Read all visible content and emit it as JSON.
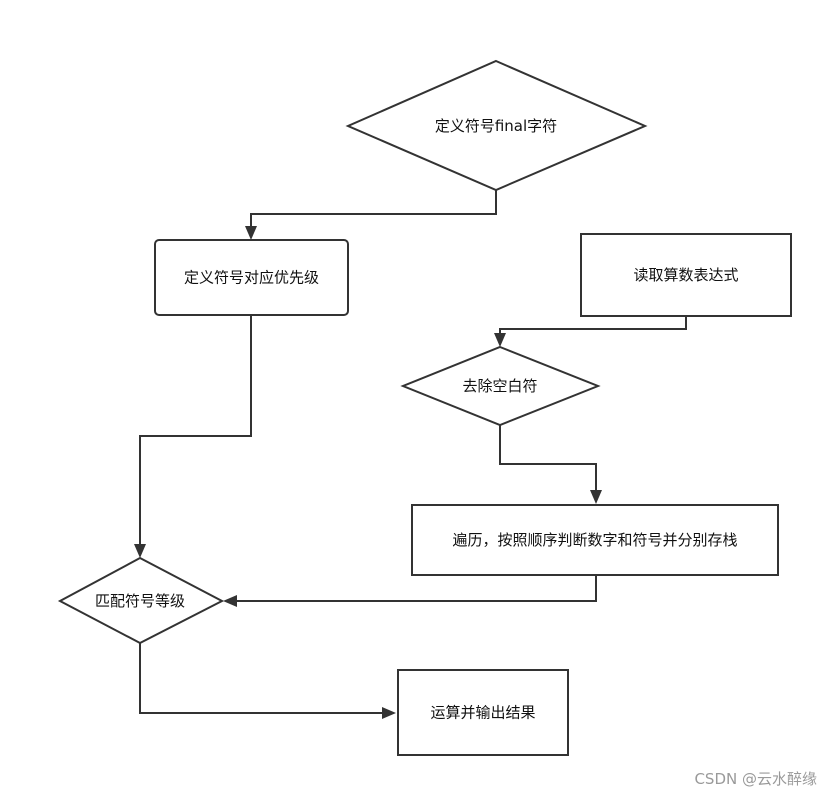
{
  "nodes": {
    "define_final": {
      "label": "定义符号final字符"
    },
    "define_priority": {
      "label": "定义符号对应优先级"
    },
    "read_expression": {
      "label": "读取算数表达式"
    },
    "remove_whitespace": {
      "label": "去除空白符"
    },
    "traverse": {
      "label": "遍历，按照顺序判断数字和符号并分别存栈"
    },
    "match_level": {
      "label": "匹配符号等级"
    },
    "compute_output": {
      "label": "运算并输出结果"
    }
  },
  "watermark": "CSDN @云水醉缘"
}
